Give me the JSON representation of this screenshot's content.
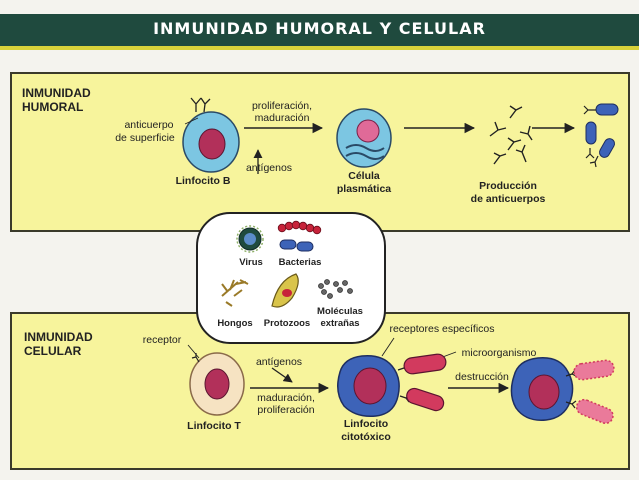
{
  "title": "INMUNIDAD HUMORAL Y CELULAR",
  "humoral": {
    "section_title_1": "INMUNIDAD",
    "section_title_2": "HUMORAL",
    "anticuerpo_1": "anticuerpo",
    "anticuerpo_2": "de superficie",
    "linfocito_b": "Linfocito B",
    "proliferacion": "proliferación,",
    "maduracion": "maduración",
    "antigenos": "antígenos",
    "celula_1": "Célula",
    "celula_2": "plasmática",
    "produccion_1": "Producción",
    "produccion_2": "de anticuerpos"
  },
  "antigen_box": {
    "virus": "Virus",
    "bacterias": "Bacterias",
    "hongos": "Hongos",
    "protozoos": "Protozoos",
    "moleculas_1": "Moléculas",
    "moleculas_2": "extrañas"
  },
  "celular": {
    "section_title_1": "INMUNIDAD",
    "section_title_2": "CELULAR",
    "receptor": "receptor",
    "antigenos": "antígenos",
    "receptores": "receptores específicos",
    "microorganismo": "microorganismo",
    "maduracion": "maduración,",
    "proliferacion": "proliferación",
    "linfocito_t": "Linfocito T",
    "linfocito_c_1": "Linfocito",
    "linfocito_c_2": "citotóxico",
    "destruccion": "destrucción"
  },
  "colors": {
    "title_bar": "#1f4a3e",
    "title_underline": "#d8d23a",
    "panel_fill": "#f7f49c",
    "b_cell": "#7cc6e2",
    "nucleus": "#b2305a",
    "t_cell": "#f6e3c2",
    "cytotoxic": "#3d63b8",
    "microorganism": "#d23a5e"
  }
}
